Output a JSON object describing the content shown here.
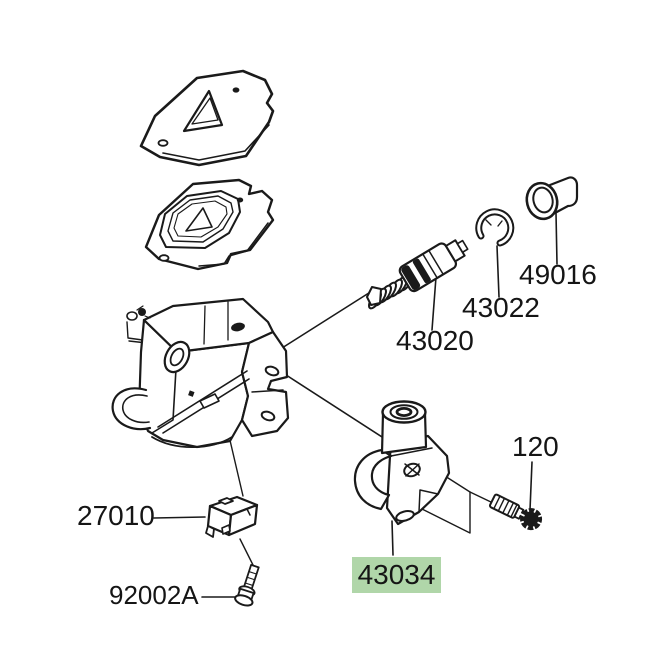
{
  "diagram": {
    "background_color": "#ffffff",
    "line_color": "#1a1a1a",
    "highlight_color": "#b0d6a9",
    "labels": [
      {
        "part_no": "49016",
        "highlighted": false
      },
      {
        "part_no": "43022",
        "highlighted": false
      },
      {
        "part_no": "43020",
        "highlighted": false
      },
      {
        "part_no": "120",
        "highlighted": false
      },
      {
        "part_no": "43034",
        "highlighted": true
      },
      {
        "part_no": "27010",
        "highlighted": false
      },
      {
        "part_no": "92002A",
        "highlighted": false
      }
    ],
    "icons": [
      "reservoir-cap-drawing",
      "diaphragm-plate-drawing",
      "master-cylinder-body-drawing",
      "bleeder-screw-drawing",
      "piston-spring-assembly-drawing",
      "circlip-drawing",
      "dust-boot-drawing",
      "lever-holder-clamp-drawing",
      "clamp-bolt-drawing",
      "clutch-switch-drawing",
      "switch-screw-drawing"
    ]
  }
}
